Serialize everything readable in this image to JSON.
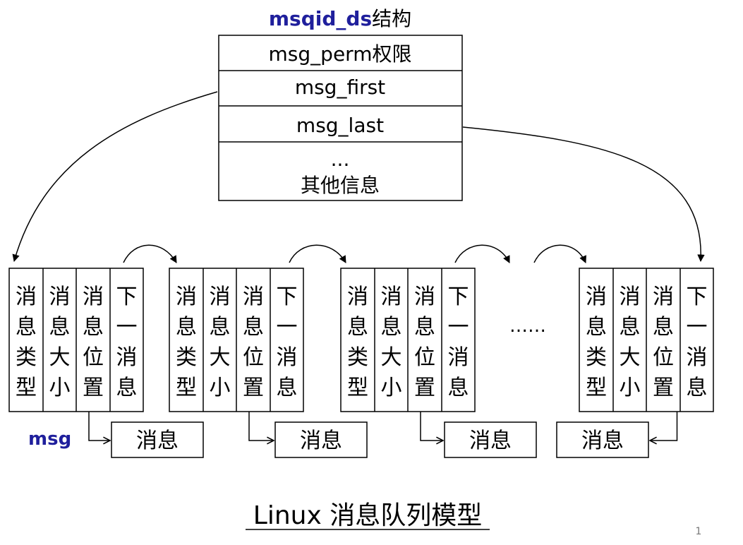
{
  "header": {
    "struct_name": "msqid_ds",
    "struct_suffix": "结构",
    "struct_name_color": "#1f1f9c"
  },
  "struct_fields": [
    {
      "label": "msg_perm权限"
    },
    {
      "label": "msg_first"
    },
    {
      "label": "msg_last"
    },
    {
      "label": "...",
      "label2": "其他信息"
    }
  ],
  "message_nodes": [
    {
      "fields": [
        {
          "chars": [
            "消",
            "息",
            "类",
            "型"
          ]
        },
        {
          "chars": [
            "消",
            "息",
            "大",
            "小"
          ]
        },
        {
          "chars": [
            "消",
            "息",
            "位",
            "置"
          ]
        },
        {
          "chars": [
            "下",
            "一",
            "消",
            "息"
          ]
        }
      ],
      "content_label": "消息"
    },
    {
      "fields": [
        {
          "chars": [
            "消",
            "息",
            "类",
            "型"
          ]
        },
        {
          "chars": [
            "消",
            "息",
            "大",
            "小"
          ]
        },
        {
          "chars": [
            "消",
            "息",
            "位",
            "置"
          ]
        },
        {
          "chars": [
            "下",
            "一",
            "消",
            "息"
          ]
        }
      ],
      "content_label": "消息"
    },
    {
      "fields": [
        {
          "chars": [
            "消",
            "息",
            "类",
            "型"
          ]
        },
        {
          "chars": [
            "消",
            "息",
            "大",
            "小"
          ]
        },
        {
          "chars": [
            "消",
            "息",
            "位",
            "置"
          ]
        },
        {
          "chars": [
            "下",
            "一",
            "消",
            "息"
          ]
        }
      ],
      "content_label": "消息"
    },
    {
      "fields": [
        {
          "chars": [
            "消",
            "息",
            "类",
            "型"
          ]
        },
        {
          "chars": [
            "消",
            "息",
            "大",
            "小"
          ]
        },
        {
          "chars": [
            "消",
            "息",
            "位",
            "置"
          ]
        },
        {
          "chars": [
            "下",
            "一",
            "消",
            "息"
          ]
        }
      ],
      "content_label": "消息"
    }
  ],
  "ellipsis": "……",
  "msg_label": "msg",
  "msg_label_color": "#1f1f9c",
  "footer": {
    "caption": "Linux 消息队列模型",
    "page_number": "1"
  },
  "line_color": "#000000"
}
